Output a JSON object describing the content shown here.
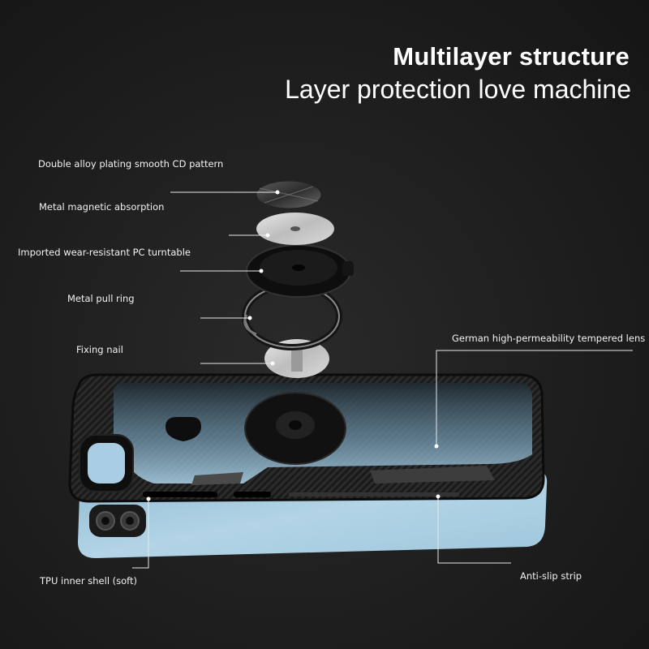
{
  "header": {
    "title": "Multilayer structure",
    "subtitle": "Layer protection love machine"
  },
  "labels": {
    "cd_pattern": "Double alloy plating smooth CD pattern",
    "magnetic": "Metal magnetic absorption",
    "turntable": "Imported wear-resistant PC turntable",
    "pull_ring": "Metal pull ring",
    "fixing_nail": "Fixing nail",
    "lens": "German high-permeability tempered lens",
    "tpu_shell": "TPU inner shell (soft)",
    "anti_slip": "Anti-slip strip"
  },
  "colors": {
    "background": "#1c1c1c",
    "phone_blue": "#a9cde2",
    "case_black": "#111111",
    "silver": "#c8c8c8"
  }
}
